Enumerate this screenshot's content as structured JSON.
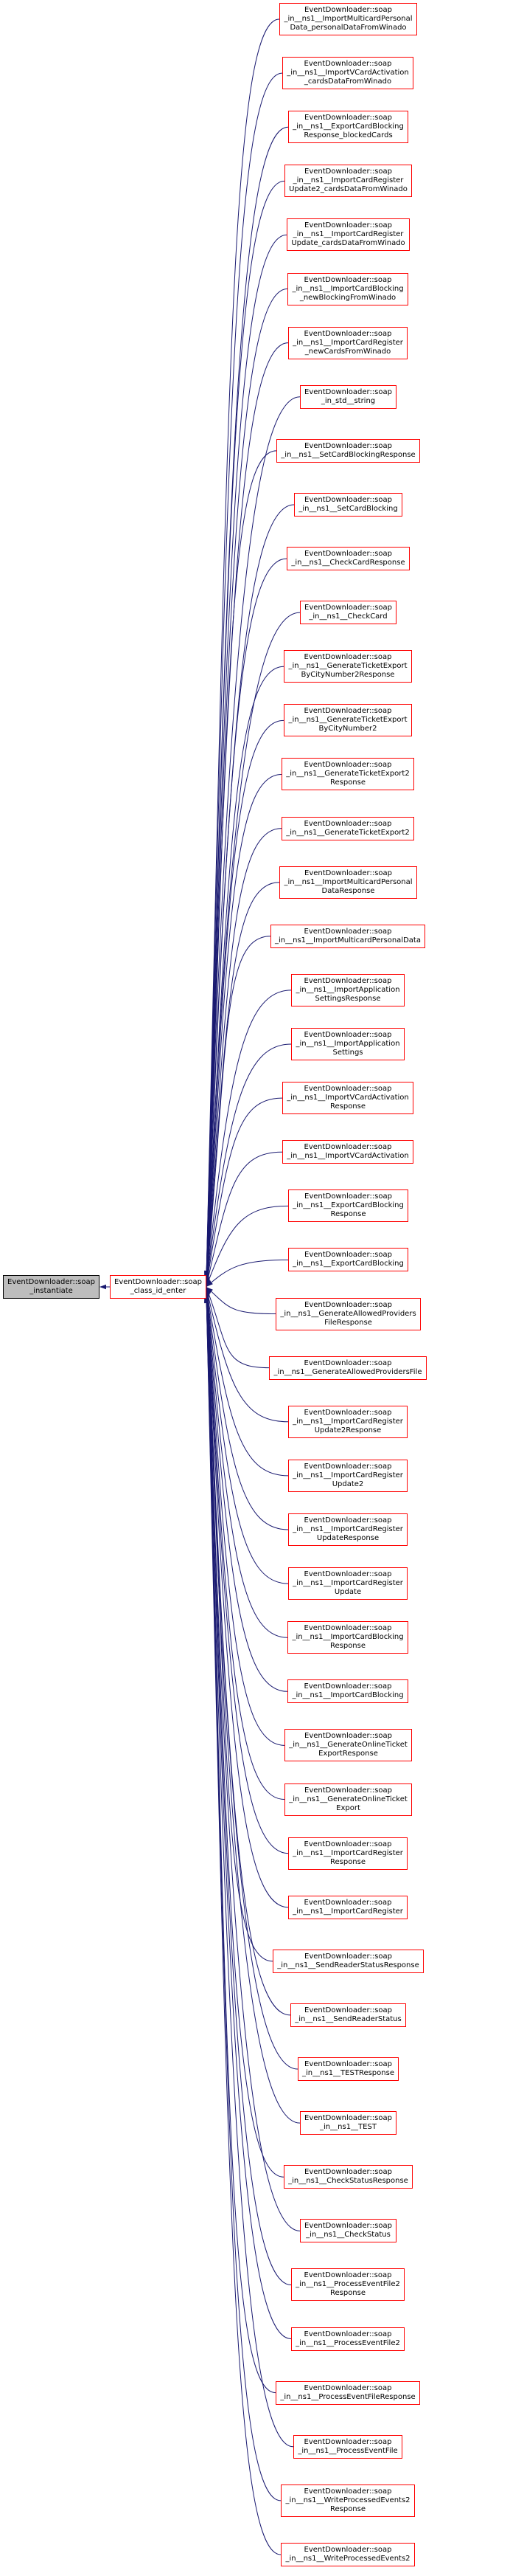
{
  "diagram": {
    "type": "doxygen-caller-graph",
    "root": {
      "label_lines": [
        "EventDownloader::soap",
        "_instantiate"
      ]
    },
    "callee": {
      "label_lines": [
        "EventDownloader::soap",
        "_class_id_enter"
      ]
    },
    "callers": [
      {
        "label_lines": [
          "EventDownloader::soap",
          "_in__ns1__ImportMulticardPersonal",
          "Data_personalDataFromWinado"
        ]
      },
      {
        "label_lines": [
          "EventDownloader::soap",
          "_in__ns1__ImportVCardActivation",
          "_cardsDataFromWinado"
        ]
      },
      {
        "label_lines": [
          "EventDownloader::soap",
          "_in__ns1__ExportCardBlocking",
          "Response_blockedCards"
        ]
      },
      {
        "label_lines": [
          "EventDownloader::soap",
          "_in__ns1__ImportCardRegister",
          "Update2_cardsDataFromWinado"
        ]
      },
      {
        "label_lines": [
          "EventDownloader::soap",
          "_in__ns1__ImportCardRegister",
          "Update_cardsDataFromWinado"
        ]
      },
      {
        "label_lines": [
          "EventDownloader::soap",
          "_in__ns1__ImportCardBlocking",
          "_newBlockingFromWinado"
        ]
      },
      {
        "label_lines": [
          "EventDownloader::soap",
          "_in__ns1__ImportCardRegister",
          "_newCardsFromWinado"
        ]
      },
      {
        "label_lines": [
          "EventDownloader::soap",
          "_in_std__string"
        ]
      },
      {
        "label_lines": [
          "EventDownloader::soap",
          "_in__ns1__SetCardBlockingResponse"
        ]
      },
      {
        "label_lines": [
          "EventDownloader::soap",
          "_in__ns1__SetCardBlocking"
        ]
      },
      {
        "label_lines": [
          "EventDownloader::soap",
          "_in__ns1__CheckCardResponse"
        ]
      },
      {
        "label_lines": [
          "EventDownloader::soap",
          "_in__ns1__CheckCard"
        ]
      },
      {
        "label_lines": [
          "EventDownloader::soap",
          "_in__ns1__GenerateTicketExport",
          "ByCityNumber2Response"
        ]
      },
      {
        "label_lines": [
          "EventDownloader::soap",
          "_in__ns1__GenerateTicketExport",
          "ByCityNumber2"
        ]
      },
      {
        "label_lines": [
          "EventDownloader::soap",
          "_in__ns1__GenerateTicketExport2",
          "Response"
        ]
      },
      {
        "label_lines": [
          "EventDownloader::soap",
          "_in__ns1__GenerateTicketExport2"
        ]
      },
      {
        "label_lines": [
          "EventDownloader::soap",
          "_in__ns1__ImportMulticardPersonal",
          "DataResponse"
        ]
      },
      {
        "label_lines": [
          "EventDownloader::soap",
          "_in__ns1__ImportMulticardPersonalData"
        ]
      },
      {
        "label_lines": [
          "EventDownloader::soap",
          "_in__ns1__ImportApplication",
          "SettingsResponse"
        ]
      },
      {
        "label_lines": [
          "EventDownloader::soap",
          "_in__ns1__ImportApplication",
          "Settings"
        ]
      },
      {
        "label_lines": [
          "EventDownloader::soap",
          "_in__ns1__ImportVCardActivation",
          "Response"
        ]
      },
      {
        "label_lines": [
          "EventDownloader::soap",
          "_in__ns1__ImportVCardActivation"
        ]
      },
      {
        "label_lines": [
          "EventDownloader::soap",
          "_in__ns1__ExportCardBlocking",
          "Response"
        ]
      },
      {
        "label_lines": [
          "EventDownloader::soap",
          "_in__ns1__ExportCardBlocking"
        ]
      },
      {
        "label_lines": [
          "EventDownloader::soap",
          "_in__ns1__GenerateAllowedProviders",
          "FileResponse"
        ]
      },
      {
        "label_lines": [
          "EventDownloader::soap",
          "_in__ns1__GenerateAllowedProvidersFile"
        ]
      },
      {
        "label_lines": [
          "EventDownloader::soap",
          "_in__ns1__ImportCardRegister",
          "Update2Response"
        ]
      },
      {
        "label_lines": [
          "EventDownloader::soap",
          "_in__ns1__ImportCardRegister",
          "Update2"
        ]
      },
      {
        "label_lines": [
          "EventDownloader::soap",
          "_in__ns1__ImportCardRegister",
          "UpdateResponse"
        ]
      },
      {
        "label_lines": [
          "EventDownloader::soap",
          "_in__ns1__ImportCardRegister",
          "Update"
        ]
      },
      {
        "label_lines": [
          "EventDownloader::soap",
          "_in__ns1__ImportCardBlocking",
          "Response"
        ]
      },
      {
        "label_lines": [
          "EventDownloader::soap",
          "_in__ns1__ImportCardBlocking"
        ]
      },
      {
        "label_lines": [
          "EventDownloader::soap",
          "_in__ns1__GenerateOnlineTicket",
          "ExportResponse"
        ]
      },
      {
        "label_lines": [
          "EventDownloader::soap",
          "_in__ns1__GenerateOnlineTicket",
          "Export"
        ]
      },
      {
        "label_lines": [
          "EventDownloader::soap",
          "_in__ns1__ImportCardRegister",
          "Response"
        ]
      },
      {
        "label_lines": [
          "EventDownloader::soap",
          "_in__ns1__ImportCardRegister"
        ]
      },
      {
        "label_lines": [
          "EventDownloader::soap",
          "_in__ns1__SendReaderStatusResponse"
        ]
      },
      {
        "label_lines": [
          "EventDownloader::soap",
          "_in__ns1__SendReaderStatus"
        ]
      },
      {
        "label_lines": [
          "EventDownloader::soap",
          "_in__ns1__TESTResponse"
        ]
      },
      {
        "label_lines": [
          "EventDownloader::soap",
          "_in__ns1__TEST"
        ]
      },
      {
        "label_lines": [
          "EventDownloader::soap",
          "_in__ns1__CheckStatusResponse"
        ]
      },
      {
        "label_lines": [
          "EventDownloader::soap",
          "_in__ns1__CheckStatus"
        ]
      },
      {
        "label_lines": [
          "EventDownloader::soap",
          "_in__ns1__ProcessEventFile2",
          "Response"
        ]
      },
      {
        "label_lines": [
          "EventDownloader::soap",
          "_in__ns1__ProcessEventFile2"
        ]
      },
      {
        "label_lines": [
          "EventDownloader::soap",
          "_in__ns1__ProcessEventFileResponse"
        ]
      },
      {
        "label_lines": [
          "EventDownloader::soap",
          "_in__ns1__ProcessEventFile"
        ]
      },
      {
        "label_lines": [
          "EventDownloader::soap",
          "_in__ns1__WriteProcessedEvents2",
          "Response"
        ]
      },
      {
        "label_lines": [
          "EventDownloader::soap",
          "_in__ns1__WriteProcessedEvents2"
        ]
      }
    ],
    "colors": {
      "edge": "#191970",
      "linked_node_border": "#ff0000",
      "current_node_border": "#000000",
      "current_node_fill": "#bdbdbd",
      "node_fill": "#ffffff",
      "background": "#ffffff",
      "text": "#000000"
    }
  }
}
